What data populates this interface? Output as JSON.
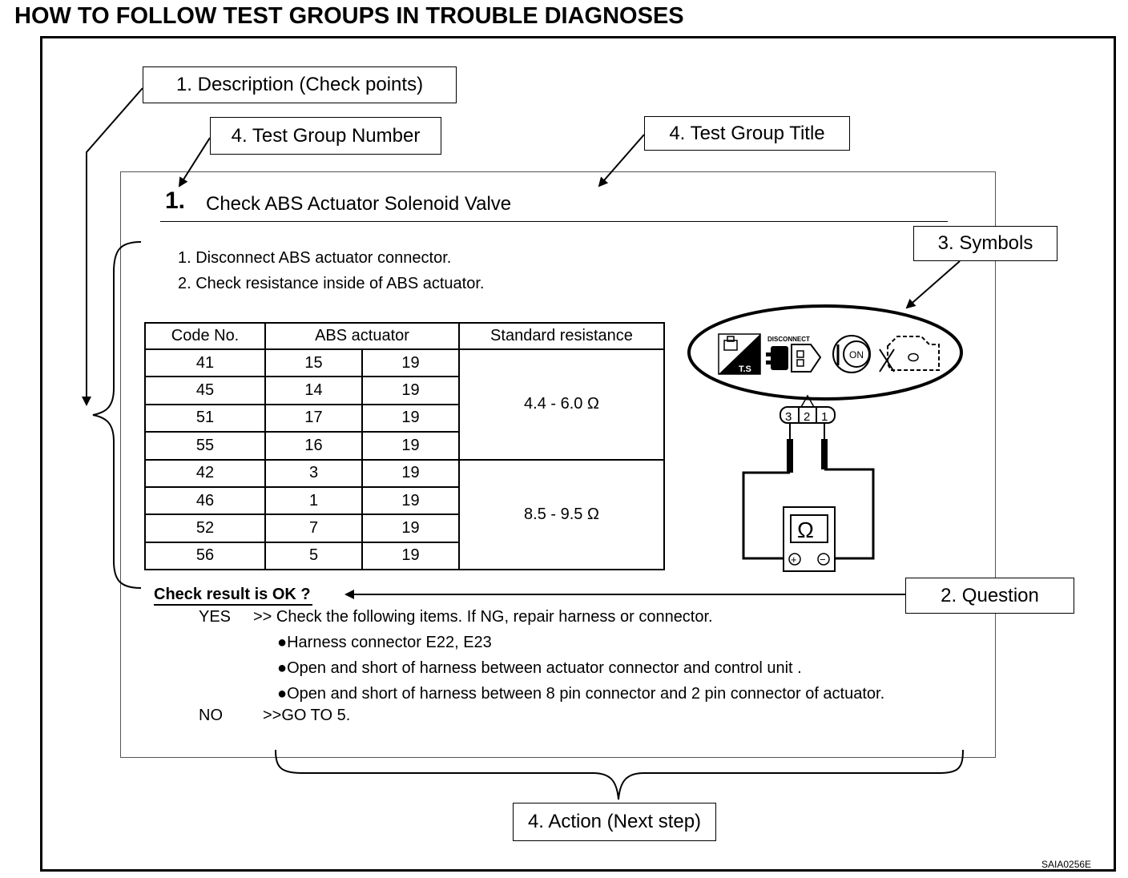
{
  "page_title": "HOW TO FOLLOW TEST GROUPS IN TROUBLE DIAGNOSES",
  "callouts": {
    "description": "1. Description (Check points)",
    "test_group_number": "4. Test Group Number",
    "test_group_title": "4. Test Group Title",
    "symbols": "3. Symbols",
    "question": "2.  Question",
    "action": "4. Action (Next step)"
  },
  "test_group": {
    "number": "1.",
    "title": "Check ABS Actuator Solenoid Valve"
  },
  "steps": [
    "1.   Disconnect ABS actuator connector.",
    "2.   Check resistance inside of ABS actuator."
  ],
  "table": {
    "headers": [
      "Code No.",
      "ABS actuator",
      "Standard resistance"
    ],
    "rows": [
      {
        "code": "41",
        "a": "15",
        "b": "19"
      },
      {
        "code": "45",
        "a": "14",
        "b": "19"
      },
      {
        "code": "51",
        "a": "17",
        "b": "19"
      },
      {
        "code": "55",
        "a": "16",
        "b": "19"
      },
      {
        "code": "42",
        "a": "3",
        "b": "19"
      },
      {
        "code": "46",
        "a": "1",
        "b": "19"
      },
      {
        "code": "52",
        "a": "7",
        "b": "19"
      },
      {
        "code": "56",
        "a": "5",
        "b": "19"
      }
    ],
    "resistance_group1": "4.4   -   6.0 Ω",
    "resistance_group2": "8.5   -   9.5 Ω"
  },
  "symbols": {
    "disconnect_label": "DISCONNECT",
    "ts_label": "T.S",
    "on_label": "ON",
    "connector_pins": [
      "3",
      "2",
      "1"
    ],
    "ohm_symbol": "Ω",
    "plus": "+",
    "minus": "−"
  },
  "question": "Check result is OK ?",
  "action": {
    "yes_label": "YES",
    "yes_text": ">> Check the following items.    If NG, repair harness or connector.",
    "items": [
      "Harness connector E22, E23",
      "Open and short of harness between actuator connector and control unit .",
      "Open and short of harness between 8 pin connector and 2 pin connector of actuator."
    ],
    "no_label": "NO",
    "no_text": ">>GO TO 5."
  },
  "figure_id": "SAIA0256E"
}
